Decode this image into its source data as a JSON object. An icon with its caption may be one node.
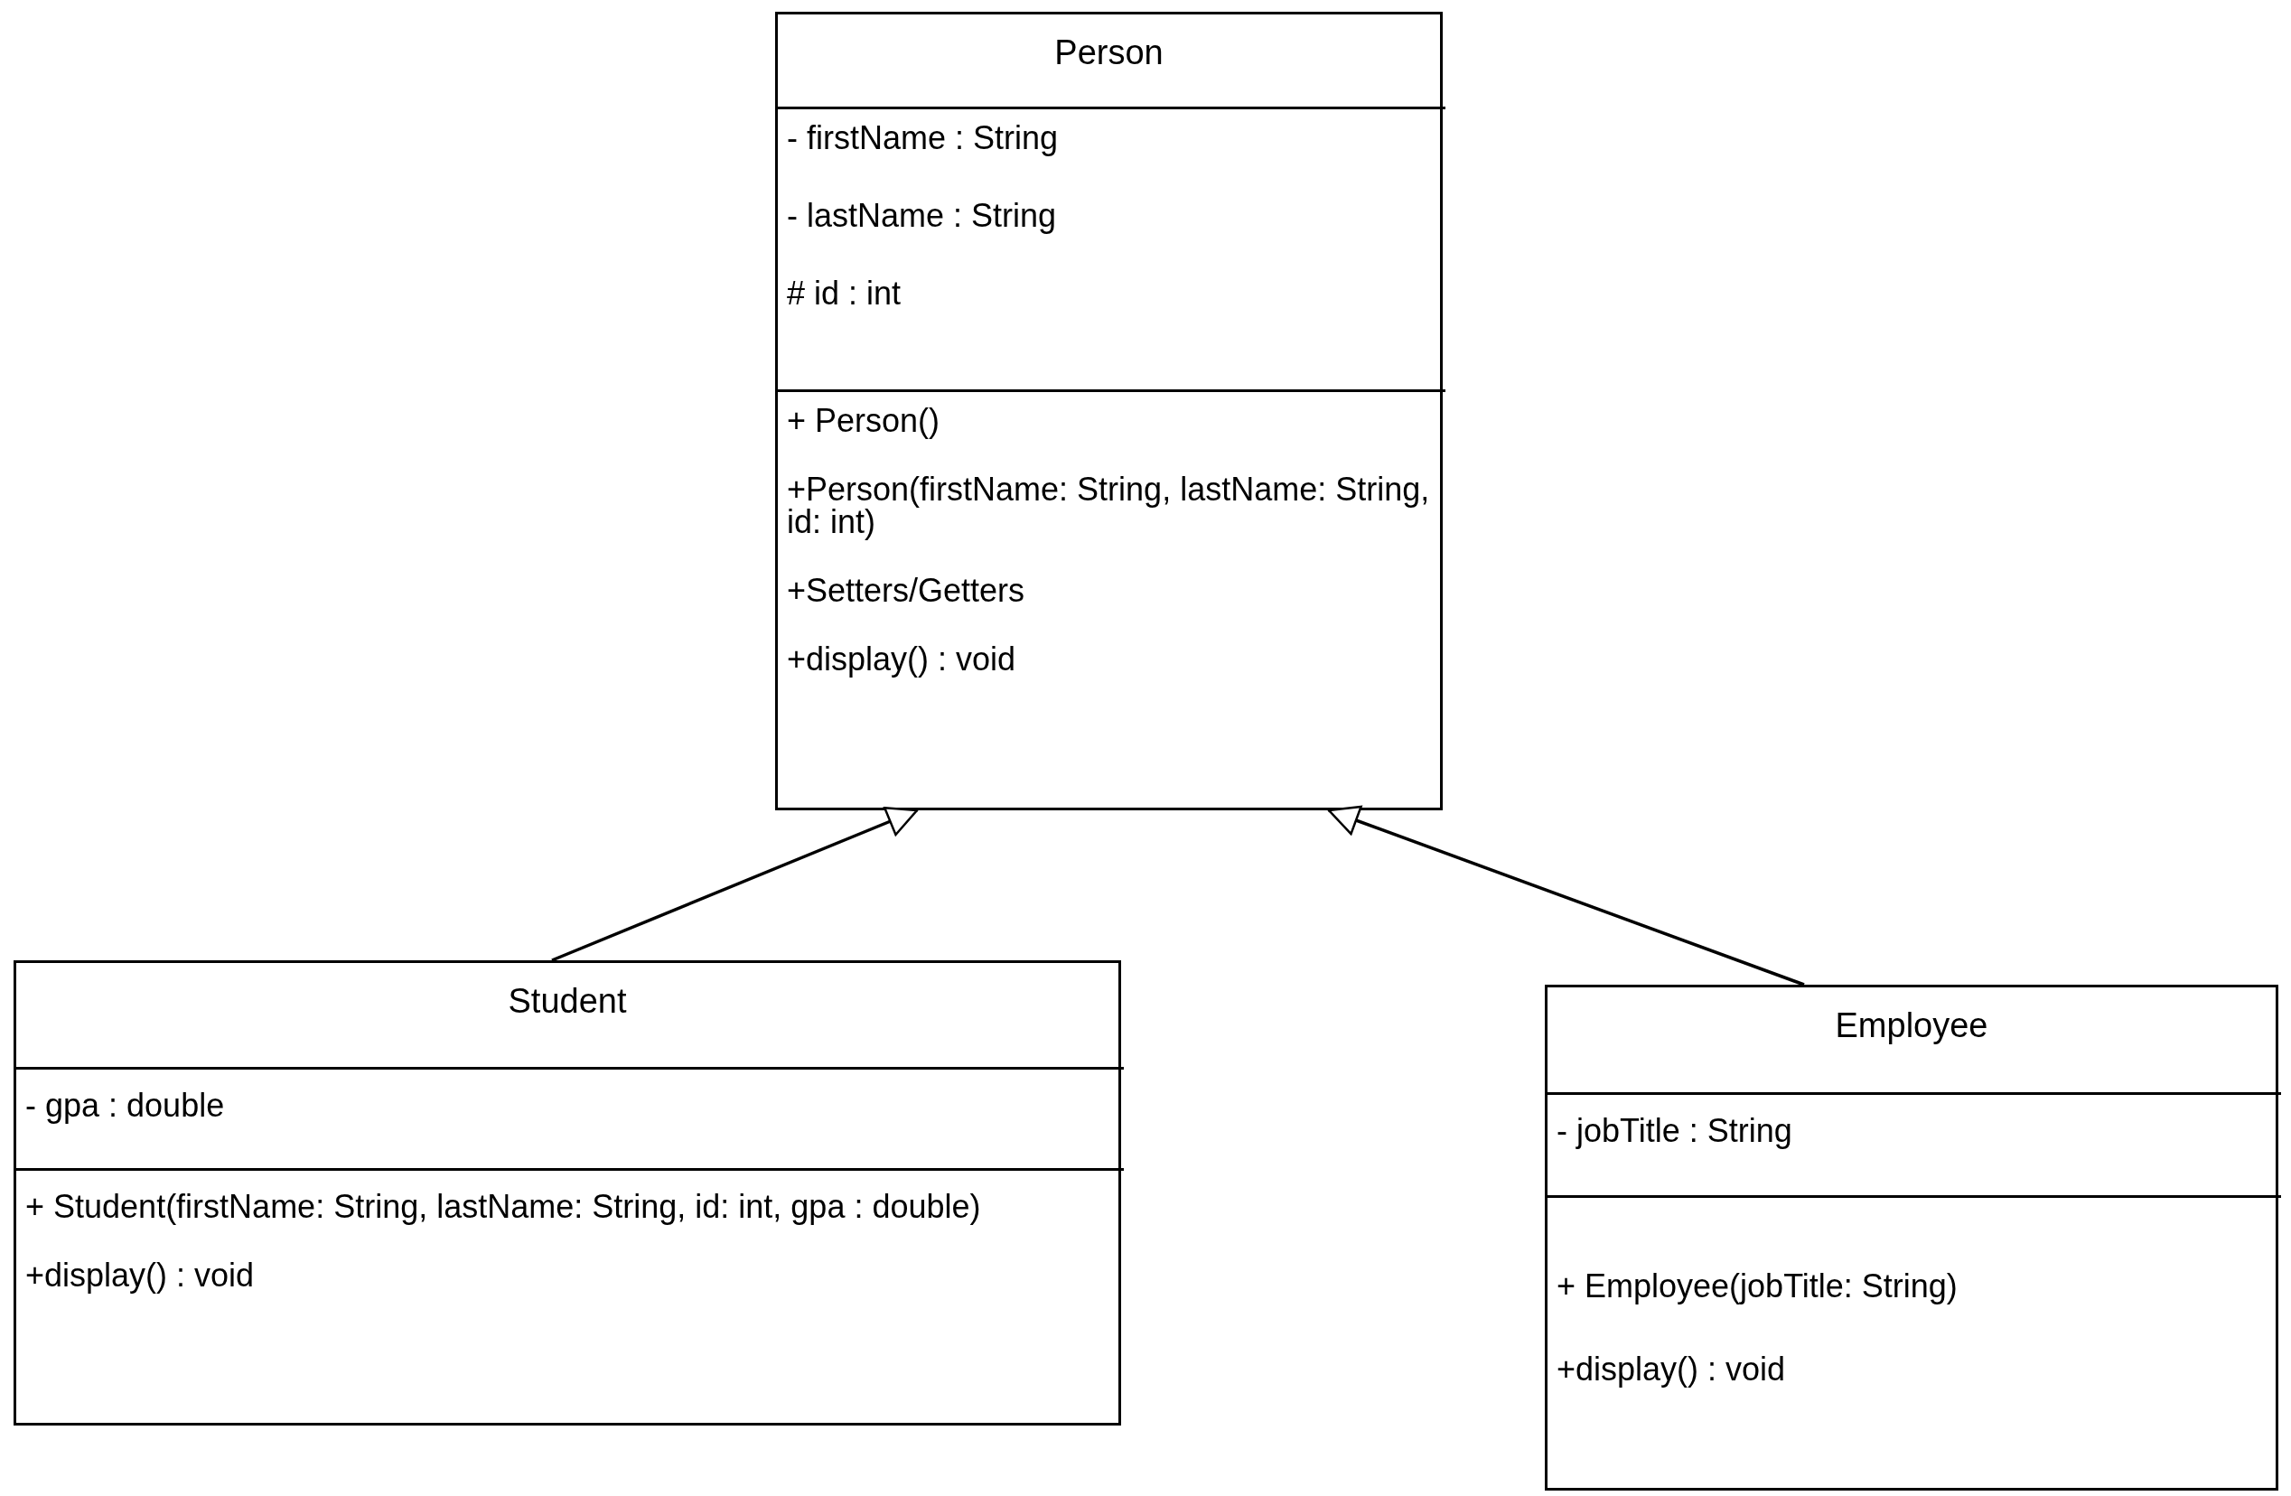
{
  "diagram": {
    "nodes": [
      {
        "text": [
          "Person"
        ]
      },
      {
        "text": [
          "- firstName : String",
          "- lastName : String",
          "# id : int"
        ],
        "in": 0
      },
      {
        "text": [
          "+ Person()",
          "+Person(firstName: String, lastName: String, id: int)",
          "+Setters/Getters",
          "+display() : void"
        ],
        "in": 0
      },
      {
        "text": [
          "Student"
        ]
      },
      {
        "text": [
          "- gpa : double"
        ],
        "in": 3
      },
      {
        "text": [
          "+ Student(firstName: String, lastName: String, id: int, gpa : double)",
          "+display() : void"
        ],
        "in": 3
      },
      {
        "text": [
          "Employee"
        ]
      },
      {
        "text": [
          "- jobTitle : String"
        ],
        "in": 6
      },
      {
        "text": [
          "+ Employee(jobTitle: String)",
          "+display() : void"
        ],
        "in": 6
      }
    ],
    "edges": [
      {
        "from": 3,
        "to": 0,
        "arrow": "to"
      },
      {
        "from": 6,
        "to": 0,
        "arrow": "to"
      }
    ]
  }
}
